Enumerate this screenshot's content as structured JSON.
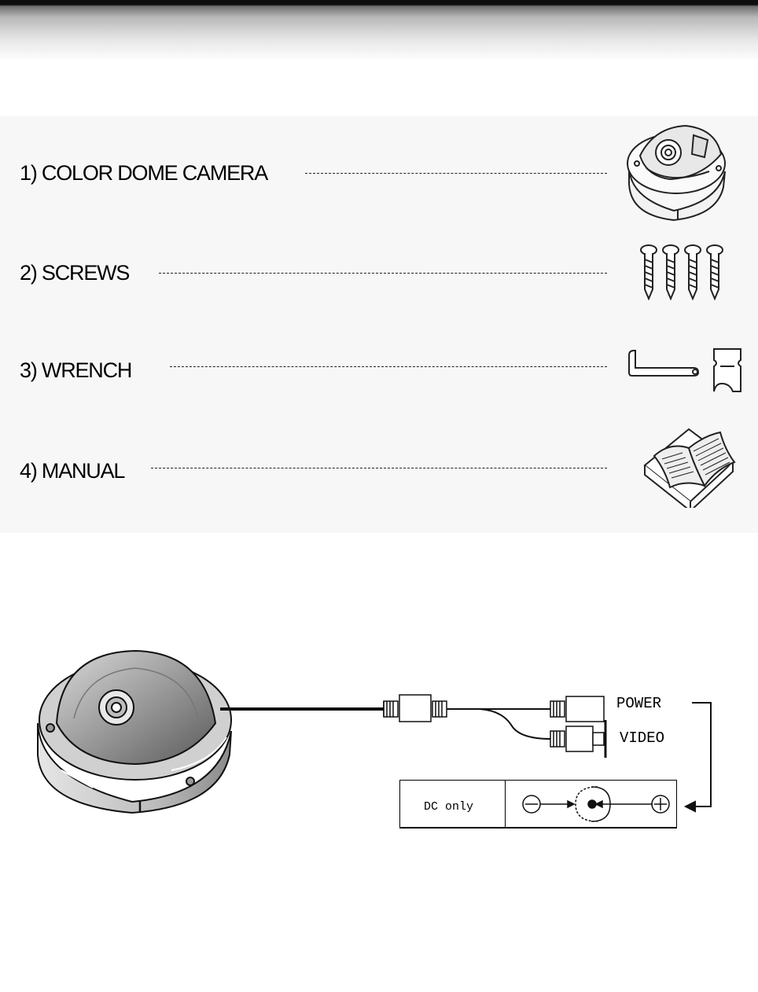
{
  "parts": [
    {
      "label": "1) COLOR DOME CAMERA",
      "icon": "dome-camera-icon"
    },
    {
      "label": "2) SCREWS",
      "icon": "screws-icon"
    },
    {
      "label": "3) WRENCH",
      "icon": "wrench-icon"
    },
    {
      "label": "4) MANUAL",
      "icon": "manual-book-icon"
    }
  ],
  "connection": {
    "power_label": "POWER",
    "video_label": "VIDEO",
    "dc_label": "DC only",
    "icons": [
      "dome-camera-icon",
      "minus-terminal-icon",
      "plus-terminal-icon",
      "dc-jack-icon"
    ]
  }
}
